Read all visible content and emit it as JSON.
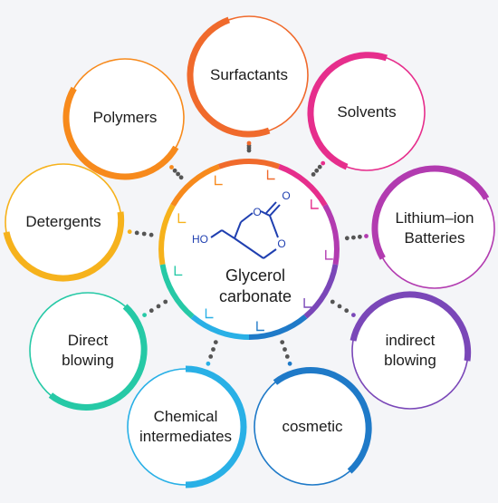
{
  "diagram": {
    "center": {
      "label": "Glycerol\ncarbonate",
      "molecule": {
        "hydroxyl_label": "HO",
        "ring_oxygen_label": "O",
        "carbonyl_oxygen_label": "O"
      }
    },
    "nodes": [
      {
        "id": "surfactants",
        "label": "Surfactants",
        "color": "#f06a2c"
      },
      {
        "id": "solvents",
        "label": "Solvents",
        "color": "#e62e8c"
      },
      {
        "id": "lithium-ion-batteries",
        "label": "Lithium–ion\nBatteries",
        "color": "#b23bb0"
      },
      {
        "id": "indirect-blowing",
        "label": "indirect\nblowing",
        "color": "#7a47b8"
      },
      {
        "id": "cosmetic",
        "label": "cosmetic",
        "color": "#1f7ac8"
      },
      {
        "id": "chemical-intermediates",
        "label": "Chemical\nintermediates",
        "color": "#29b0e6"
      },
      {
        "id": "direct-blowing",
        "label": "Direct\nblowing",
        "color": "#26c9a6"
      },
      {
        "id": "detergents",
        "label": "Detergents",
        "color": "#f6b21c"
      },
      {
        "id": "polymers",
        "label": "Polymers",
        "color": "#f78a1c"
      }
    ]
  }
}
